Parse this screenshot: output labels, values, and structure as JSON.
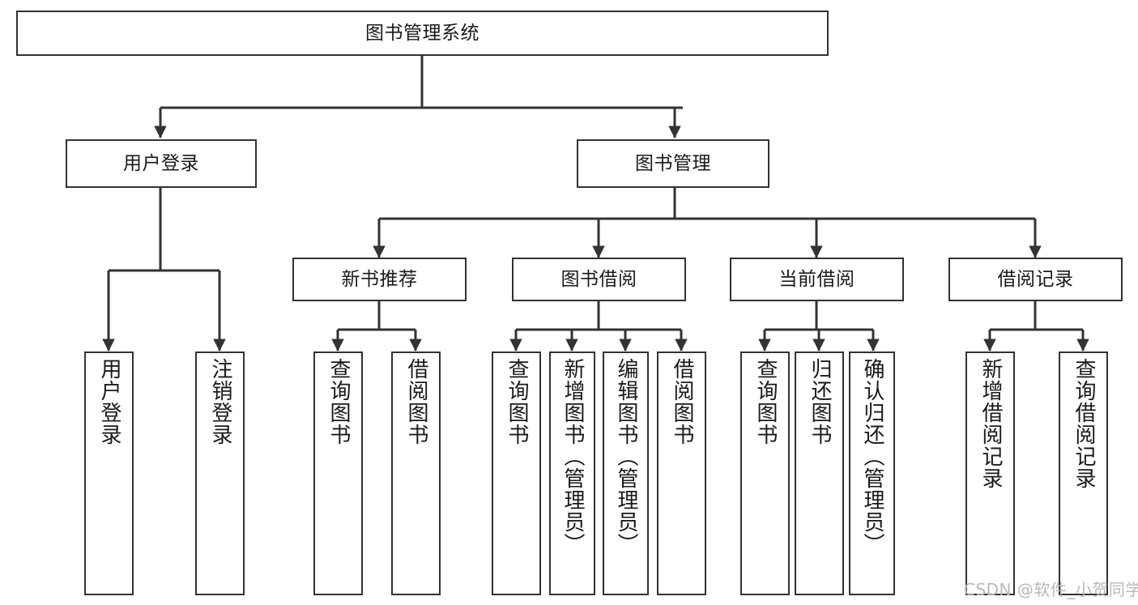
{
  "diagram": {
    "type": "tree-hierarchy",
    "title": "图书管理系统",
    "orientation": "top-down",
    "background_color": "#ffffff",
    "line_color": "#333333",
    "box_fill": "#ffffff",
    "text_color": "#1a1a1a"
  },
  "nodes": {
    "root": {
      "label": "图书管理系统"
    },
    "level2": [
      {
        "label": "用户登录"
      },
      {
        "label": "图书管理"
      }
    ],
    "level3": [
      {
        "label": "新书推荐"
      },
      {
        "label": "图书借阅"
      },
      {
        "label": "当前借阅"
      },
      {
        "label": "借阅记录"
      }
    ],
    "leaves_user_login": [
      {
        "label": "用户登录"
      },
      {
        "label": "注销登录"
      }
    ],
    "leaves_new_book": [
      {
        "label": "查询图书"
      },
      {
        "label": "借阅图书"
      }
    ],
    "leaves_borrow": [
      {
        "label": "查询图书"
      },
      {
        "label": "新增图书（管理员）"
      },
      {
        "label": "编辑图书（管理员）"
      },
      {
        "label": "借阅图书"
      }
    ],
    "leaves_current": [
      {
        "label": "查询图书"
      },
      {
        "label": "归还图书"
      },
      {
        "label": "确认归还（管理员）"
      }
    ],
    "leaves_records": [
      {
        "label": "新增借阅记录"
      },
      {
        "label": "查询借阅记录"
      }
    ]
  },
  "watermark": {
    "text": "CSDN @软件_小贺同学",
    "color": "#b9b9b9"
  }
}
